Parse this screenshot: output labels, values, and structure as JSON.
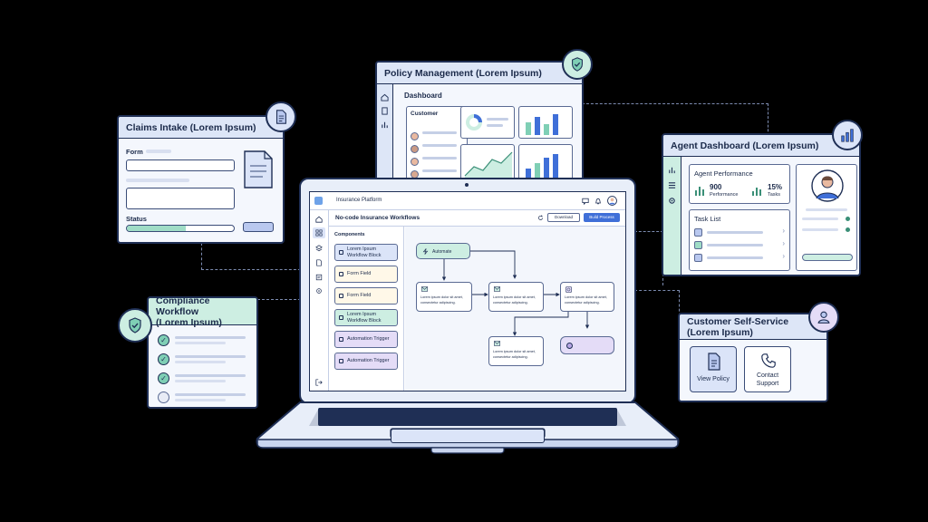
{
  "cards": {
    "policy": {
      "title": "Policy Management (Lorem Ipsum)",
      "dashboard": "Dashboard",
      "customer": "Customer"
    },
    "claims": {
      "title": "Claims Intake (Lorem Ipsum)",
      "form": "Form",
      "status": "Status",
      "progress": 0.55
    },
    "agent": {
      "title": "Agent Dashboard (Lorem Ipsum)",
      "performance": "Agent Performance",
      "perf_value": "900",
      "perf_label": "Performance",
      "tasks_value": "15%",
      "tasks_label": "Tasks",
      "task_list": "Task List"
    },
    "compliance": {
      "title_line1": "Compliance Workflow",
      "title_line2": "(Lorem Ipsum)"
    },
    "selfservice": {
      "title_line1": "Customer Self-Service",
      "title_line2": "(Lorem Ipsum)",
      "view_policy": "View Policy",
      "contact_line1": "Contact",
      "contact_line2": "Support"
    }
  },
  "laptop": {
    "app_title": "Insurance Platform",
    "page_title": "No-code Insurance Workflows",
    "download": "Download",
    "build": "Build Process",
    "components_label": "Components",
    "components": [
      {
        "line1": "Lorem Ipsum",
        "line2": "Workflow Block",
        "color": "#dbe4f8"
      },
      {
        "line1": "Form Field",
        "line2": "",
        "color": "#fff8e8"
      },
      {
        "line1": "Form Field",
        "line2": "",
        "color": "#fff8e8"
      },
      {
        "line1": "Lorem Ipsum",
        "line2": "Workflow Block",
        "color": "#cdeee2"
      },
      {
        "line1": "Automation Trigger",
        "line2": "",
        "color": "#e4dcf7"
      },
      {
        "line1": "Automation Trigger",
        "line2": "",
        "color": "#e4dcf7"
      }
    ],
    "flow": {
      "start": "Automate",
      "node_text_1": "Lorem ipsum dolor sit amet,",
      "node_text_2": "consectetur adipiscing."
    }
  },
  "colors": {
    "bg": "#000000",
    "navy": "#1f2f55",
    "accent_blue": "#3f6fd8",
    "mint": "#cdeee2",
    "lavender": "#e4dcf7"
  },
  "icons": [
    "shield-check-icon",
    "document-icon",
    "bar-chart-icon",
    "user-icon",
    "phone-icon",
    "home-icon",
    "grid-icon",
    "bell-icon",
    "chat-icon",
    "lightning-icon",
    "mail-icon",
    "settings-icon",
    "logout-icon"
  ]
}
